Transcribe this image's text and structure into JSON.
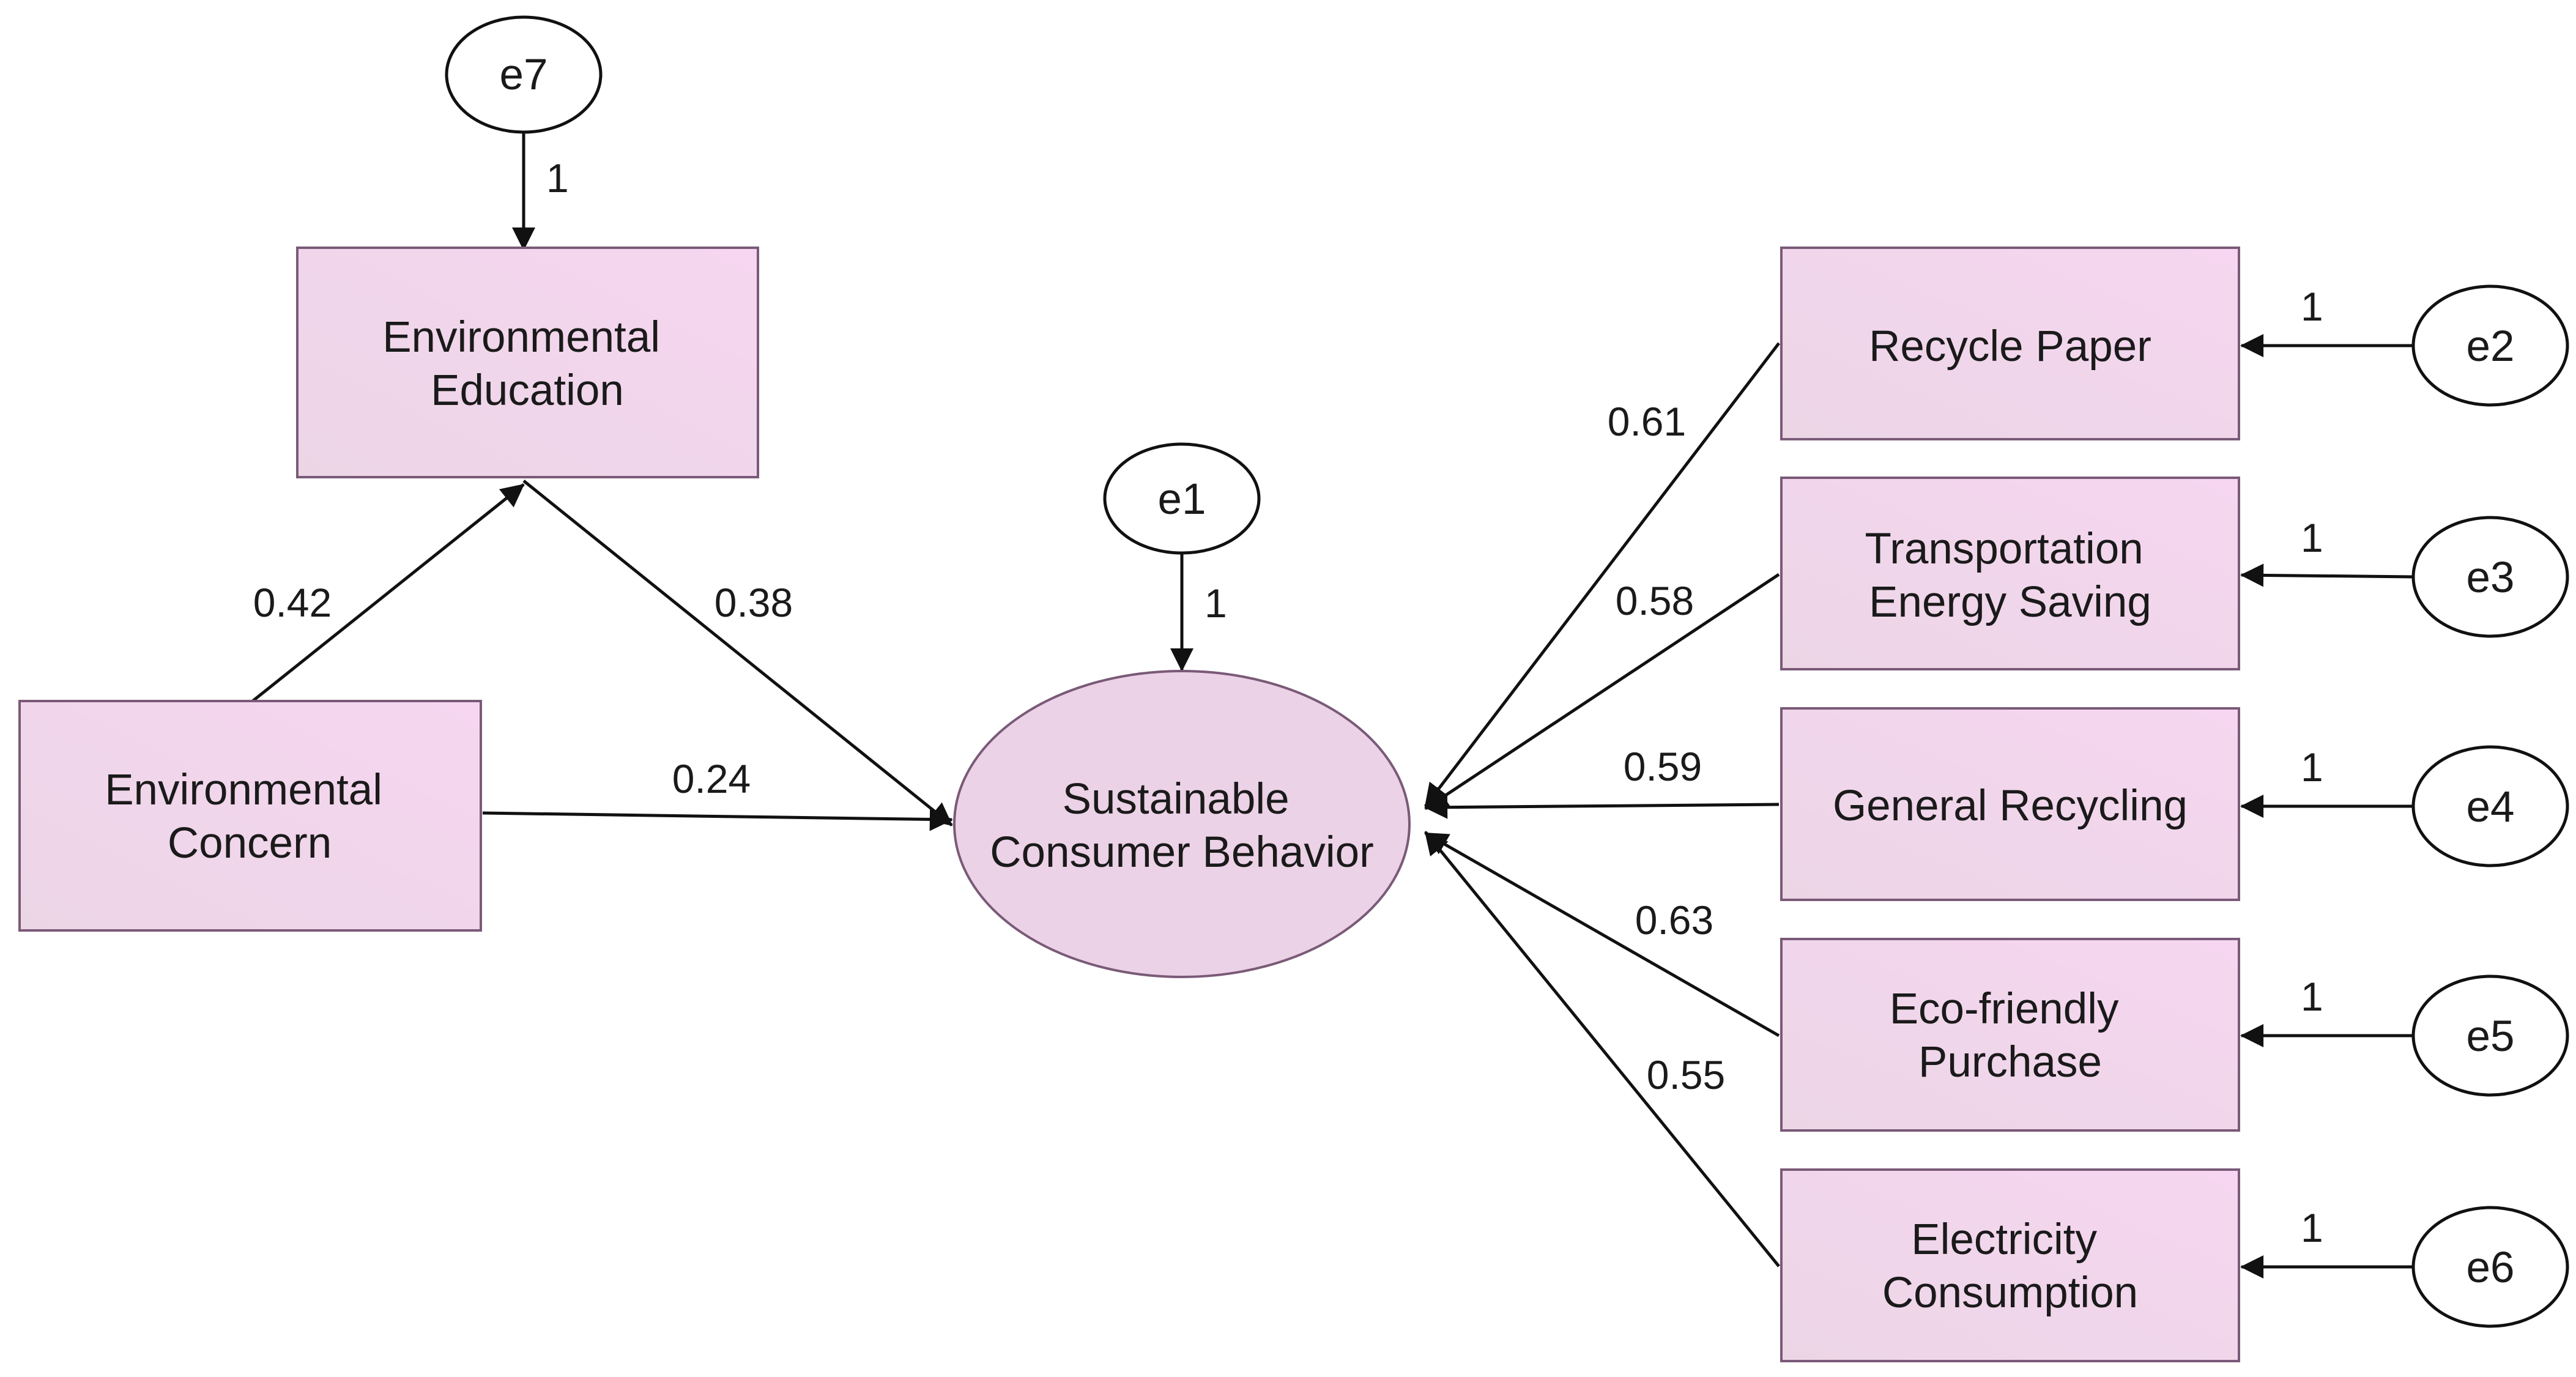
{
  "diagram": {
    "nodes": {
      "environmental_education": [
        "Environmental",
        "Education"
      ],
      "environmental_concern": [
        "Environmental",
        "Concern"
      ],
      "sustainable_consumer_behavior": [
        "Sustainable",
        "Consumer Behavior"
      ],
      "recycle_paper": [
        "Recycle Paper"
      ],
      "transportation_energy_saving": [
        "Transportation",
        "Energy Saving"
      ],
      "general_recycling": [
        "General Recycling"
      ],
      "eco_friendly_purchase": [
        "Eco-friendly",
        "Purchase"
      ],
      "electricity_consumption": [
        "Electricity",
        "Consumption"
      ]
    },
    "errors": {
      "e1": "e1",
      "e2": "e2",
      "e3": "e3",
      "e4": "e4",
      "e5": "e5",
      "e6": "e6",
      "e7": "e7"
    },
    "paths": {
      "concern_to_education": "0.42",
      "education_to_behavior": "0.38",
      "concern_to_behavior": "0.24",
      "recycle_paper_to_behavior": "0.61",
      "transportation_to_behavior": "0.58",
      "general_recycling_to_behavior": "0.59",
      "eco_friendly_to_behavior": "0.63",
      "electricity_to_behavior": "0.55"
    },
    "error_loadings": {
      "e1": "1",
      "e2": "1",
      "e3": "1",
      "e4": "1",
      "e5": "1",
      "e6": "1",
      "e7": "1"
    }
  }
}
